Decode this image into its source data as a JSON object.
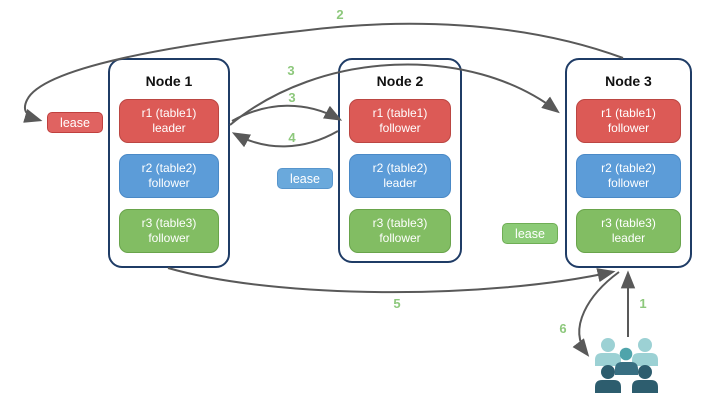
{
  "diagram": {
    "nodes": [
      {
        "title": "Node 1",
        "replicas": [
          {
            "name": "r1 (table1)",
            "role": "leader",
            "color": "#dc5a56"
          },
          {
            "name": "r2 (table2)",
            "role": "follower",
            "color": "#5c9cd8"
          },
          {
            "name": "r3 (table3)",
            "role": "follower",
            "color": "#82bd63"
          }
        ]
      },
      {
        "title": "Node 2",
        "replicas": [
          {
            "name": "r1 (table1)",
            "role": "follower",
            "color": "#dc5a56"
          },
          {
            "name": "r2 (table2)",
            "role": "leader",
            "color": "#5c9cd8"
          },
          {
            "name": "r3 (table3)",
            "role": "follower",
            "color": "#82bd63"
          }
        ]
      },
      {
        "title": "Node 3",
        "replicas": [
          {
            "name": "r1 (table1)",
            "role": "follower",
            "color": "#dc5a56"
          },
          {
            "name": "r2 (table2)",
            "role": "follower",
            "color": "#5c9cd8"
          },
          {
            "name": "r3 (table3)",
            "role": "leader",
            "color": "#82bd63"
          }
        ]
      }
    ],
    "leases": {
      "red": {
        "label": "lease",
        "color": "#e06361"
      },
      "blue": {
        "label": "lease",
        "color": "#6aa9dc"
      },
      "green": {
        "label": "lease",
        "color": "#8ccb77"
      }
    },
    "steps": {
      "s1": "1",
      "s2": "2",
      "s3a": "3",
      "s3b": "3",
      "s4": "4",
      "s5": "5",
      "s6": "6"
    },
    "colors": {
      "node_border": "#1f3c66",
      "arrow": "#595959",
      "step_label": "#8dc87c",
      "users_light": "#9cd1d4",
      "users_medium": "#4fa4ab",
      "users_dark": "#2d5d6e"
    },
    "icons": {
      "users_group": "users-group-icon"
    }
  }
}
